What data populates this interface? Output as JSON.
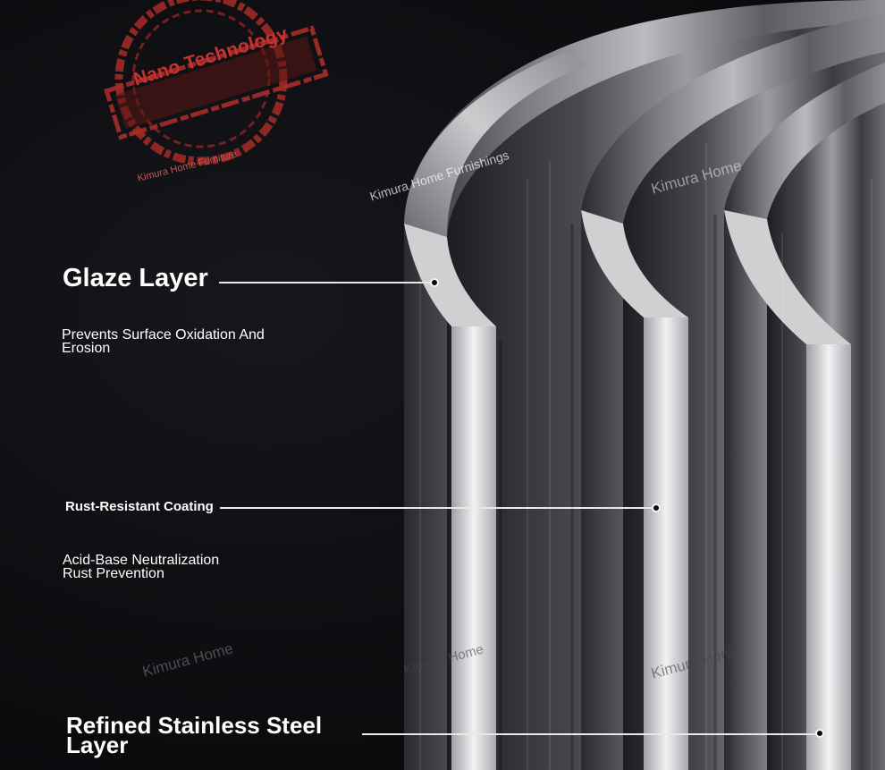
{
  "stamp": {
    "title": "Nano Technology",
    "subtitle": "Kimura Home Furniture"
  },
  "labels": {
    "glaze": {
      "title": "Glaze Layer",
      "description": "Prevents Surface Oxidation And Erosion"
    },
    "rust": {
      "title": "Rust-Resistant Coating",
      "description_line1": "Acid-Base Neutralization",
      "description_line2": "Rust Prevention"
    },
    "steel": {
      "title_line1": "Refined Stainless Steel",
      "title_line2": "Layer"
    }
  },
  "watermarks": {
    "top_left": "Kimura Home Furnishings",
    "top_right": "Kimura Home",
    "bottom_left": "Kimura Home",
    "bottom_center": "Kimura Home",
    "bottom_right": "Kimura Home"
  },
  "colors": {
    "background": "#0c0c0f",
    "stamp_red": "#c8322e",
    "line": "#e8e8e8"
  }
}
